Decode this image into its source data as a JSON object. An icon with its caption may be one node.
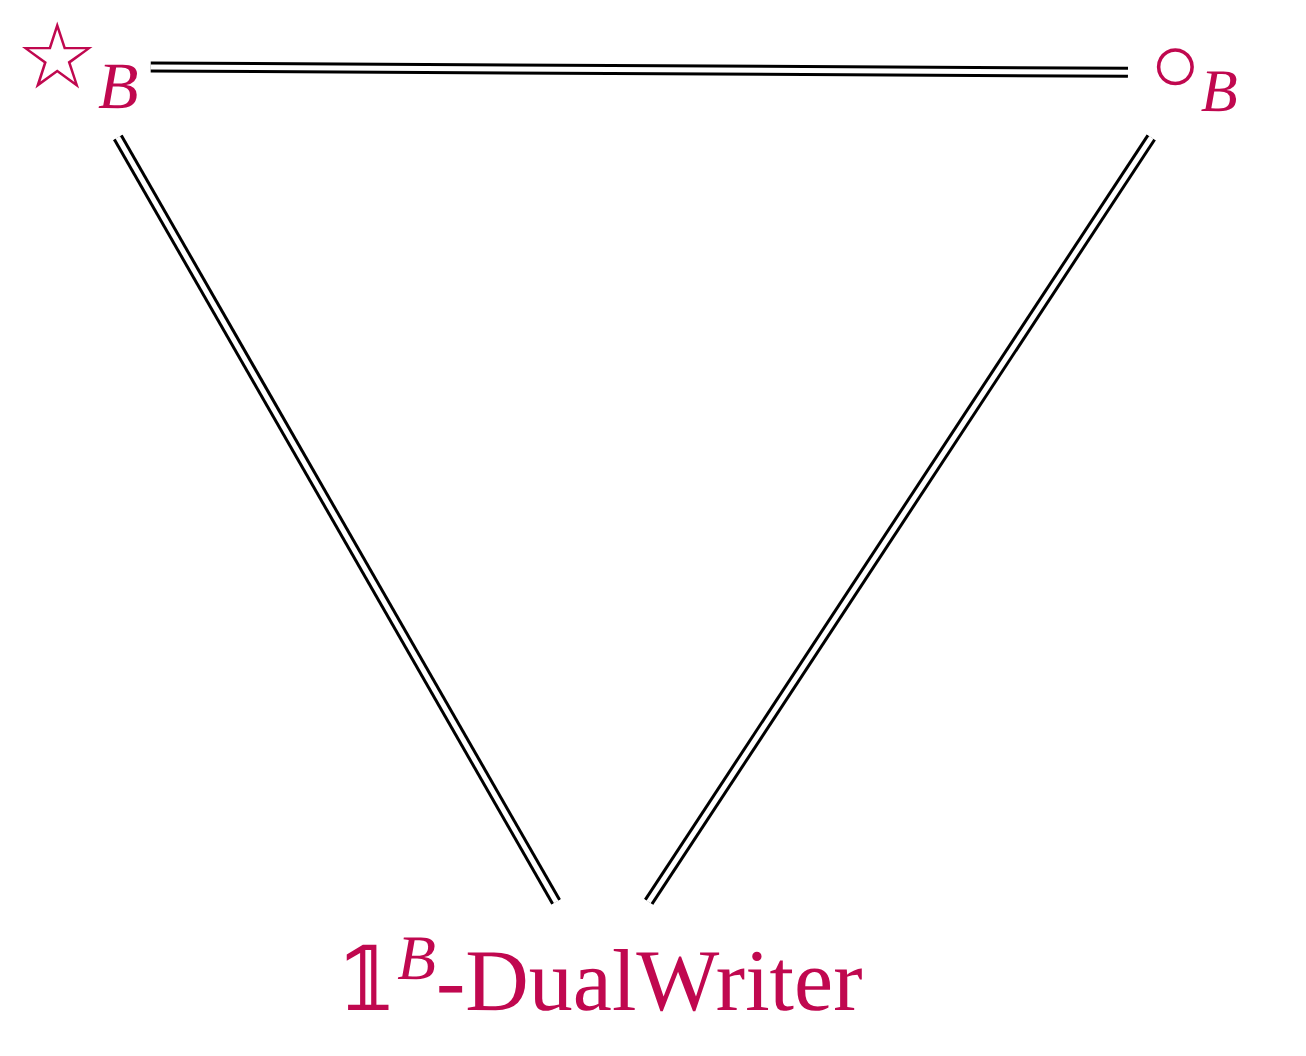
{
  "diagram": {
    "nodes": [
      {
        "text": [
          "☆$_{B}$"
        ]
      },
      {
        "text": [
          "○$_{B}$"
        ]
      },
      {
        "text": [
          "𝟙$^{B}$-DualWriter"
        ]
      }
    ],
    "edges": [
      {
        "from": 0,
        "to": 1,
        "arrow": "none"
      },
      {
        "from": 0,
        "to": 2,
        "arrow": "none"
      },
      {
        "from": 1,
        "to": 2,
        "arrow": "none"
      }
    ]
  }
}
